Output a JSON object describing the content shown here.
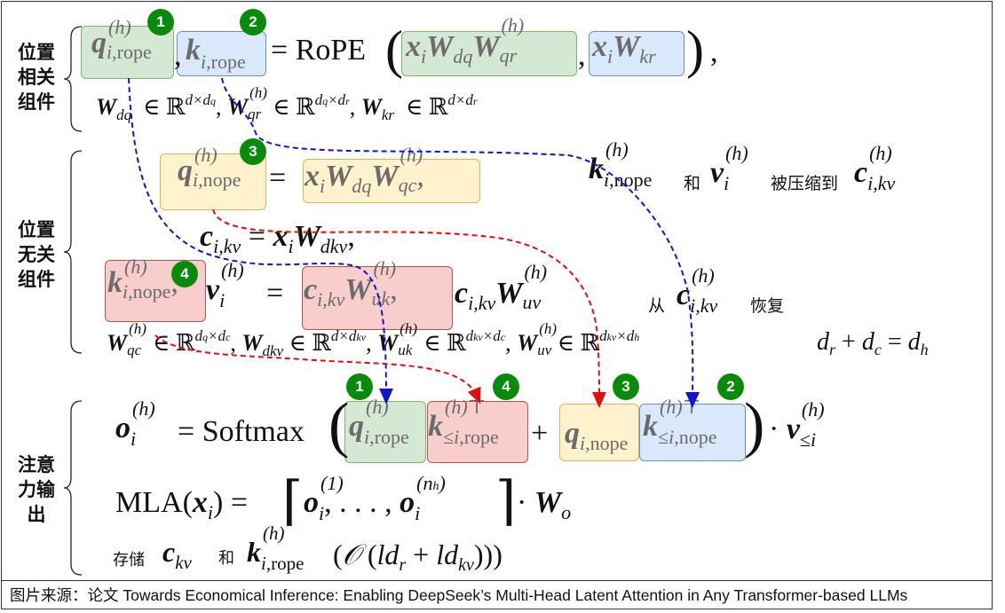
{
  "groups": {
    "position_related": "位置\n相关\n组件",
    "position_free": "位置\n无关\n组件",
    "attention_output": "注意\n力输\n出"
  },
  "badges": [
    "1",
    "2",
    "3",
    "4"
  ],
  "text": {
    "rope": "RoPE",
    "softmax": "Softmax",
    "mla": "MLA",
    "compressed_to": "被压缩到",
    "and": "和",
    "from": "从",
    "recover": "恢复",
    "store": "存储",
    "and2": "和"
  },
  "source": "图片来源：论文 Towards Economical Inference: Enabling DeepSeek’s Multi-Head Latent Attention in Any Transformer-based LLMs",
  "colors": {
    "green_box": "#d5e8d4",
    "blue_box": "#dae8fc",
    "yellow_box": "#fff2cc",
    "red_box": "#f8cecc",
    "badge": "#0a8a0a",
    "blue_arrow": "#1414c8",
    "red_arrow": "#e01010"
  }
}
